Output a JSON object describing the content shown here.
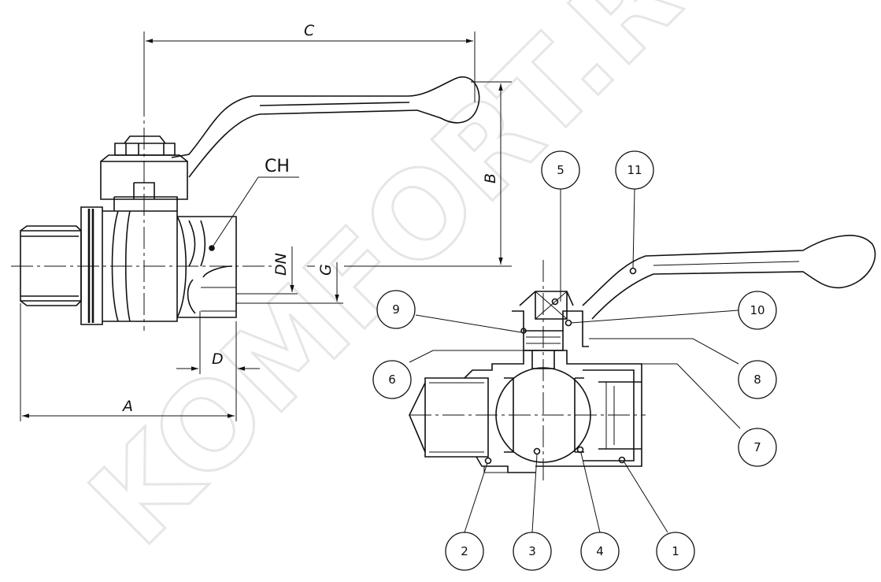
{
  "watermark": "KOMFORT.RU",
  "dimensions": {
    "A": "A",
    "B": "B",
    "C": "C",
    "D": "D",
    "DN": "DN",
    "G": "G",
    "CH": "CH"
  },
  "callouts": [
    "1",
    "2",
    "3",
    "4",
    "5",
    "6",
    "7",
    "8",
    "9",
    "10",
    "11"
  ],
  "colors": {
    "line": "#111111",
    "watermark": "#e6e6e6",
    "background": "#ffffff"
  }
}
